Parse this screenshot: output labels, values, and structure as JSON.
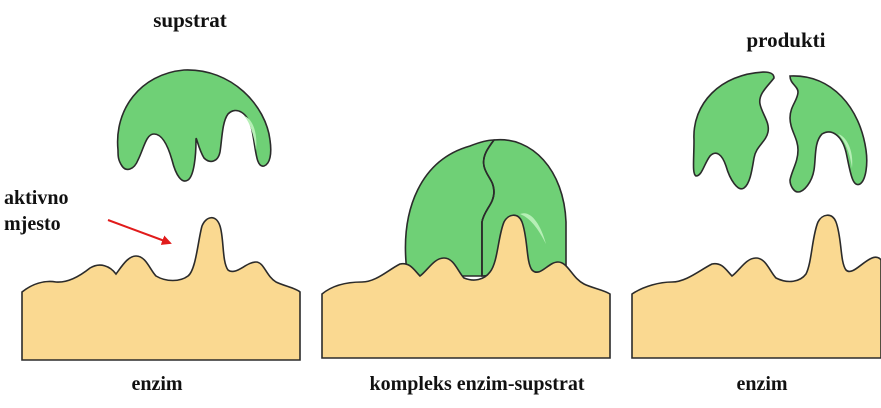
{
  "labels": {
    "substrate": "supstrat",
    "products": "produkti",
    "active_site_line1": "aktivno",
    "active_site_line2": "mjesto",
    "enzyme_left": "enzim",
    "complex": "kompleks enzim-supstrat",
    "enzyme_right": "enzim"
  },
  "colors": {
    "enzyme_fill": "#fad991",
    "substrate_fill": "#6fd076",
    "substrate_highlight": "#b6efb6",
    "outline": "#2b2b2b",
    "arrow": "#e11b1b"
  }
}
